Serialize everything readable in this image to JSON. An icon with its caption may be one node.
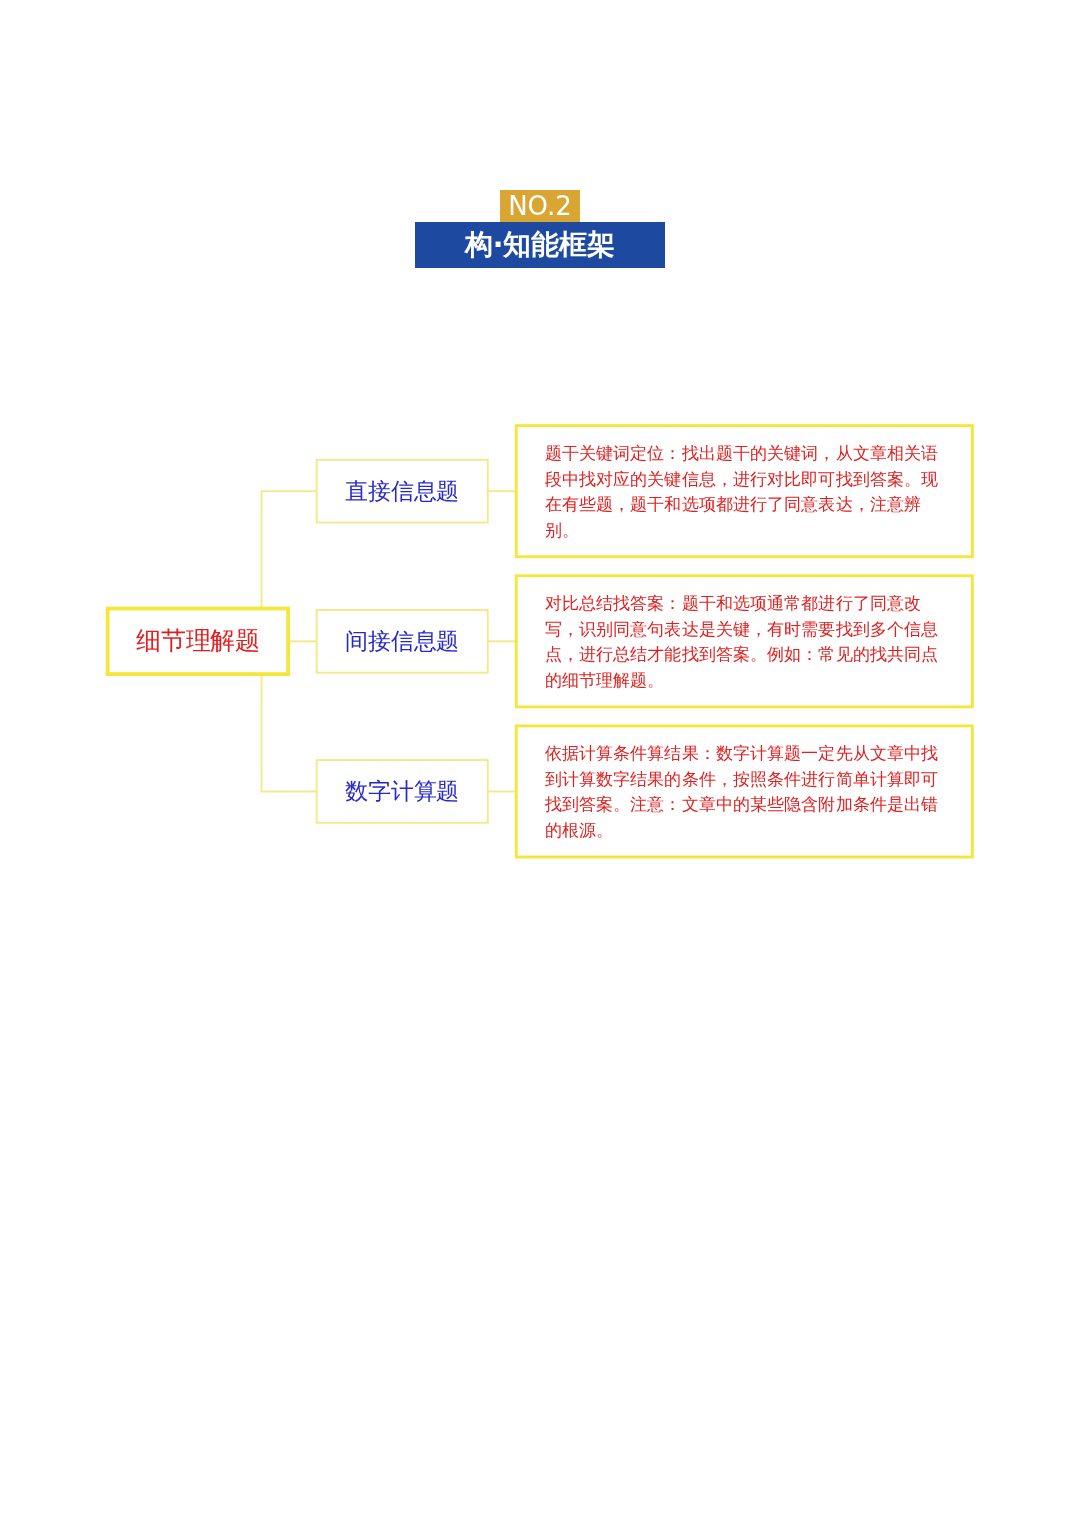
{
  "diagram": {
    "title": "构·知能框架",
    "nodes": [
      {
        "text": [
          "细节理解题"
        ]
      },
      {
        "text": [
          "直接信息题"
        ]
      },
      {
        "text": [
          "间接信息题"
        ]
      },
      {
        "text": [
          "数字计算题"
        ]
      },
      {
        "text": [
          "题干关键词定位：找出题干的关键词，从文章相关语段中找对应的关键信息，进行对比即可找到答案。现在有些题，题干和选项都进行了同意表达，注意辨别。"
        ]
      },
      {
        "text": [
          "对比总结找答案：题干和选项通常都进行了同意改写，识别同意句表达是关键，有时需要找到多个信息点，进行总结才能找到答案。例如：常见的找共同点的细节理解题。"
        ]
      },
      {
        "text": [
          "依据计算条件算结果：数字计算题一定先从文章中找到计算数字结果的条件，按照条件进行简单计算即可找到答案。注意：文章中的某些隐含附加条件是出错的根源。"
        ]
      }
    ],
    "edges": [
      {
        "from": 0,
        "to": 1,
        "arrow": "none"
      },
      {
        "from": 0,
        "to": 2,
        "arrow": "none"
      },
      {
        "from": 0,
        "to": 3,
        "arrow": "none"
      },
      {
        "from": 1,
        "to": 4,
        "arrow": "none"
      },
      {
        "from": 2,
        "to": 5,
        "arrow": "none"
      },
      {
        "from": 3,
        "to": 6,
        "arrow": "none"
      }
    ],
    "labels": [
      "NO.2"
    ]
  }
}
